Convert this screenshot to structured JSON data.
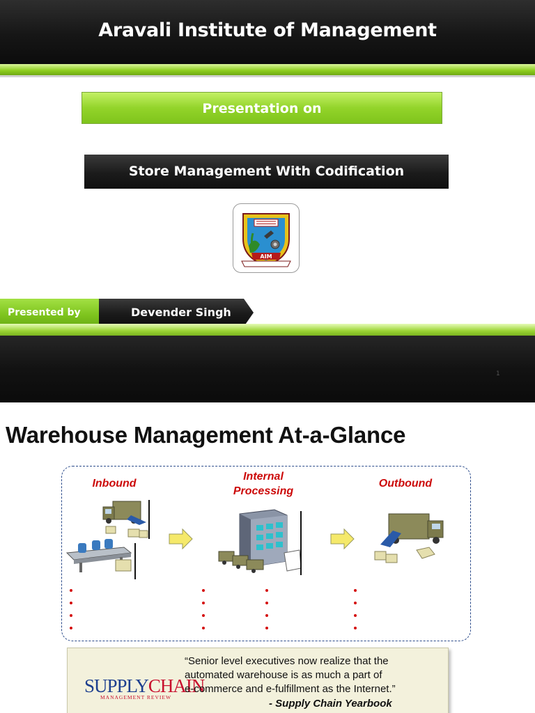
{
  "slide1": {
    "institute_title": "Aravali Institute of Management",
    "presentation_on": "Presentation on",
    "topic": "Store Management With Codification",
    "logo": {
      "badge_text": "AIM",
      "icon": "institute-crest-icon"
    },
    "presented_by_label": "Presented by",
    "presenter_name": "Devender Singh",
    "page_number": "1",
    "colors": {
      "green": "#8ccc1c",
      "dark": "#151515"
    }
  },
  "slide2": {
    "title": "Warehouse Management At-a-Glance",
    "columns": {
      "inbound": "Inbound",
      "internal_line1": "Internal",
      "internal_line2": "Processing",
      "outbound": "Outbound"
    },
    "quote": {
      "line1": "“Senior level executives now realize that the",
      "line2": "automated warehouse is as much a part of",
      "line3": "e-commerce and e-fulfillment as the Internet.”",
      "source": "- Supply Chain Yearbook"
    },
    "publication_logo": {
      "part1": "SUPPLY",
      "part2": "CHAIN",
      "sub": "MANAGEMENT REVIEW"
    },
    "colors": {
      "label_red": "#cc0a0a",
      "dash_blue": "#2a4a8a",
      "arrow_yellow": "#f5e96a"
    }
  }
}
